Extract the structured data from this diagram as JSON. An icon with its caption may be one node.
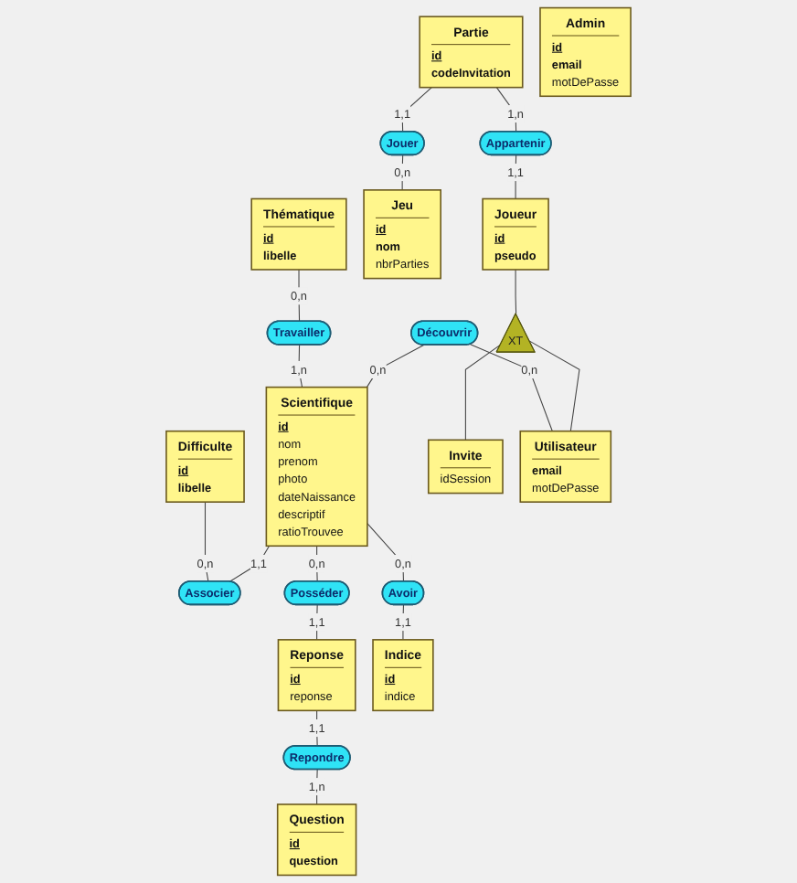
{
  "diagram": {
    "nodes": [
      {
        "text": [
          "Partie",
          "id",
          "codeInvitation"
        ]
      },
      {
        "text": [
          "Jouer"
        ]
      },
      {
        "text": [
          "Thématique",
          "id",
          "libelle"
        ]
      },
      {
        "text": [
          "Appartenir"
        ]
      },
      {
        "text": [
          "Jeu",
          "id",
          "nom",
          "nbrParties"
        ]
      },
      {
        "text": [
          "Travailler"
        ]
      },
      {
        "text": [
          "Difficulte",
          "id",
          "libelle"
        ]
      },
      {
        "text": [
          "Joueur",
          "id",
          "pseudo"
        ]
      },
      {
        "text": [
          "Scientifique",
          "id",
          "nom",
          "prenom",
          "photo",
          "dateNaissance",
          "descriptif",
          "ratioTrouvee"
        ]
      },
      {
        "text": [
          "Découvrir"
        ]
      },
      {
        "text": [
          "Associer"
        ]
      },
      {
        "text": [
          "XT"
        ]
      },
      {
        "text": [
          "Posséder"
        ]
      },
      {
        "text": [
          "Invite",
          "idSession"
        ]
      },
      {
        "text": [
          "Utilisateur",
          "email",
          "motDePasse"
        ]
      },
      {
        "text": [
          "Avoir"
        ]
      },
      {
        "text": [
          "Reponse",
          "id",
          "reponse"
        ]
      },
      {
        "text": [
          "Admin",
          "id",
          "email",
          "motDePasse"
        ]
      },
      {
        "text": [
          "Indice",
          "id",
          "indice"
        ]
      },
      {
        "text": [
          "Repondre"
        ]
      },
      {
        "text": [
          "Question",
          "id",
          "question"
        ]
      }
    ],
    "edges": [
      {
        "from": 0,
        "to": 1,
        "arrow": "none",
        "label": "1,1"
      },
      {
        "from": 1,
        "to": 4,
        "arrow": "none",
        "label": "0,n"
      },
      {
        "from": 0,
        "to": 3,
        "arrow": "none",
        "label": "1,n"
      },
      {
        "from": 3,
        "to": 7,
        "arrow": "none",
        "label": "1,1"
      },
      {
        "from": 2,
        "to": 5,
        "arrow": "none",
        "label": "0,n"
      },
      {
        "from": 5,
        "to": 8,
        "arrow": "none",
        "label": "1,n"
      },
      {
        "from": 6,
        "to": 10,
        "arrow": "none",
        "label": "0,n"
      },
      {
        "from": 8,
        "to": 10,
        "arrow": "none",
        "label": "1,1"
      },
      {
        "from": 9,
        "to": 8,
        "arrow": "none",
        "label": "0,n"
      },
      {
        "from": 9,
        "to": 14,
        "arrow": "none",
        "label": "0,n"
      },
      {
        "from": 7,
        "to": 11,
        "arrow": "none"
      },
      {
        "from": 11,
        "to": 13,
        "arrow": "none"
      },
      {
        "from": 11,
        "to": 14,
        "arrow": "none"
      },
      {
        "from": 8,
        "to": 12,
        "arrow": "none",
        "label": "0,n"
      },
      {
        "from": 12,
        "to": 16,
        "arrow": "none",
        "label": "1,1"
      },
      {
        "from": 8,
        "to": 15,
        "arrow": "none",
        "label": "0,n"
      },
      {
        "from": 15,
        "to": 18,
        "arrow": "none",
        "label": "1,1"
      },
      {
        "from": 16,
        "to": 19,
        "arrow": "none",
        "label": "1,1"
      },
      {
        "from": 19,
        "to": 20,
        "arrow": "none",
        "label": "1,n"
      }
    ]
  }
}
